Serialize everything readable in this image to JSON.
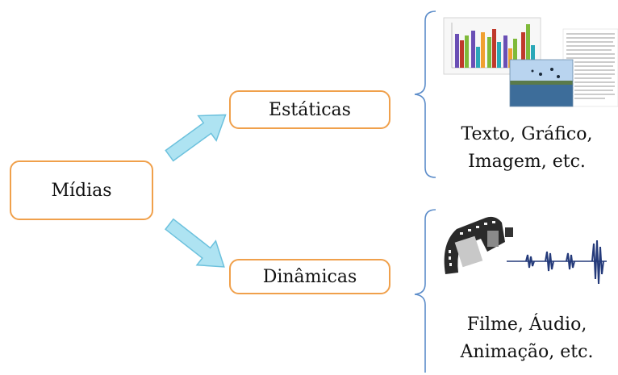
{
  "nodes": {
    "root": "Mídias",
    "static": "Estáticas",
    "dynamic": "Dinâmicas"
  },
  "captions": {
    "static_line1": "Texto, Gráfico,",
    "static_line2": "Imagem, etc.",
    "dynamic_line1": "Filme, Áudio,",
    "dynamic_line2": "Animação, etc."
  },
  "colors": {
    "box_border": "#f0a04b",
    "arrow_fill": "#aee3f2",
    "arrow_stroke": "#6cc1dd",
    "brace": "#5b8cc9"
  },
  "icons": {
    "static_thumbnails": [
      "bar-chart-thumbnail",
      "landscape-photo-thumbnail",
      "text-document-thumbnail"
    ],
    "dynamic_thumbnails": [
      "film-reel-icon",
      "audio-waveform-icon"
    ]
  }
}
